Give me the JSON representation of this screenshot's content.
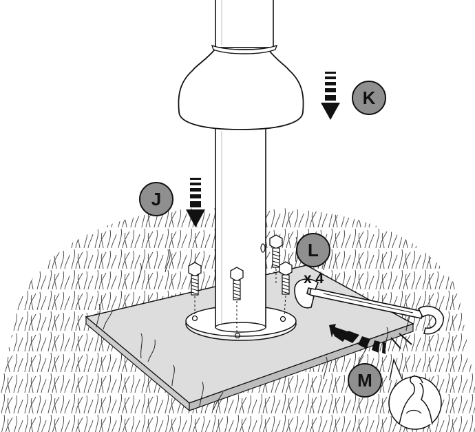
{
  "callouts": {
    "j": "J",
    "k": "K",
    "l": "L",
    "m": "M"
  },
  "bolt_quantity": "x 4",
  "icons": {
    "arrow_j": "down-arrow-icon",
    "arrow_k": "down-arrow-icon",
    "wrench": "wrench-icon",
    "strength": "flexed-arm-icon"
  },
  "colors": {
    "badge_fill": "#8f8f8f",
    "plate_fill": "#dddddd",
    "line": "#111111",
    "arrow": "#111111"
  }
}
